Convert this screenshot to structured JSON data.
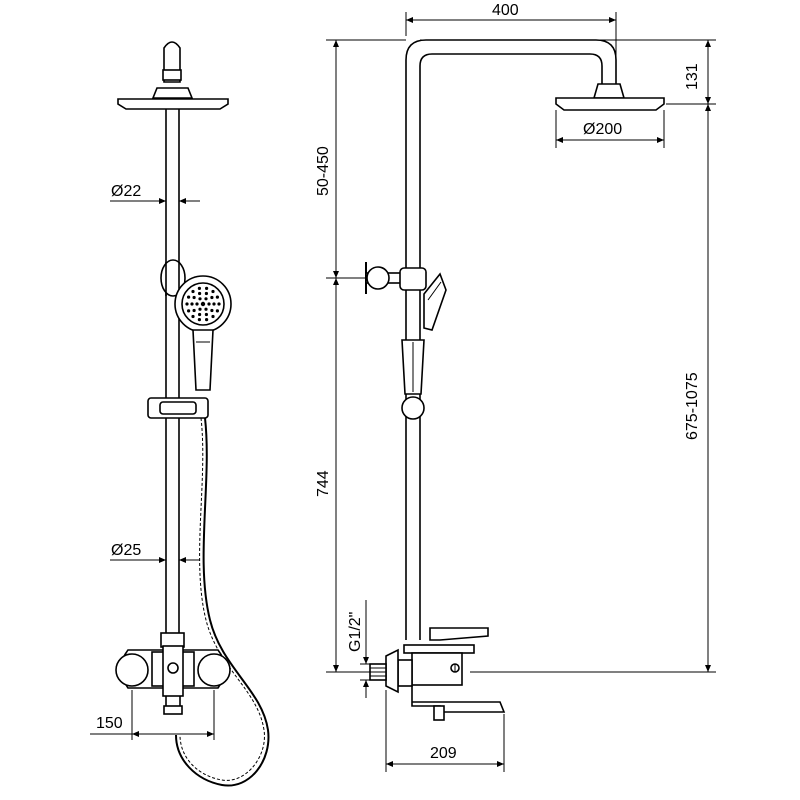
{
  "dimensions": {
    "width_top": "400",
    "head_height": "131",
    "head_diameter": "Ø200",
    "rail_adjust": "50-450",
    "total_height": "675-1075",
    "mixer_height": "744",
    "inlet_thread": "G1/2\"",
    "spout_length": "209",
    "pipe_upper_diameter": "Ø22",
    "pipe_lower_diameter": "Ø25",
    "inlet_spacing": "150"
  },
  "colors": {
    "line": "#000000",
    "background": "#ffffff"
  }
}
